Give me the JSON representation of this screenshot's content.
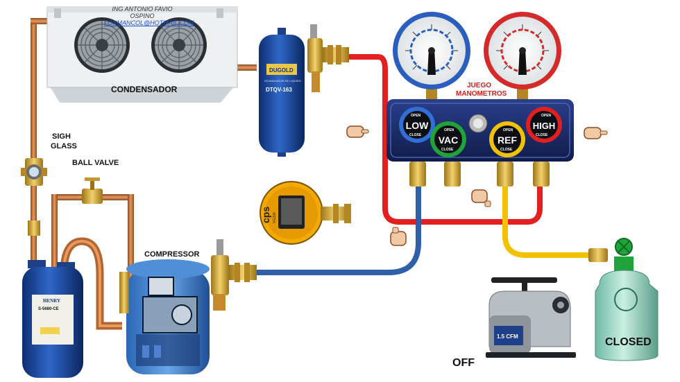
{
  "credit": {
    "name": "ING ANTONIO FAVIO OSPINO",
    "email": "FOXMANCOL@HOTMAIL.COM"
  },
  "labels": {
    "condensador": "CONDENSADOR",
    "sigh": "SIGH",
    "glass": "GLASS",
    "ball_valve": "BALL VALVE",
    "compressor": "COMPRESSOR",
    "juego": "JUEGO",
    "manometros": "MANOMETROS",
    "off": "OFF",
    "closed": "CLOSED"
  },
  "manifold": {
    "knobs": [
      {
        "label": "LOW",
        "open": "OPEN",
        "close": "CLOSE",
        "ring_color": "#2f6fd6"
      },
      {
        "label": "VAC",
        "open": "OPEN",
        "close": "CLOSE",
        "ring_color": "#1fa33a"
      },
      {
        "label": "REF",
        "open": "OPEN",
        "close": "CLOSE",
        "ring_color": "#f2c200"
      },
      {
        "label": "HIGH",
        "open": "OPEN",
        "close": "CLOSE",
        "ring_color": "#e02020"
      }
    ]
  },
  "drier": {
    "brand": "DUGOLD",
    "model": "DTQV-163",
    "caption": "ACUMULADOR DE LIQUIDO"
  },
  "accumulator": {
    "brand": "HENRY",
    "model": "S-5680-CE"
  },
  "digital_gauge": {
    "brand": "cps",
    "model": "VG200"
  },
  "vacuum_pump": {
    "rating": "1.5 CFM"
  },
  "colors": {
    "hose_red": "#e32020",
    "hose_blue": "#2f5fa8",
    "hose_yellow": "#f2c200",
    "copper": "#c8773f",
    "brass": "#d8a93b"
  }
}
